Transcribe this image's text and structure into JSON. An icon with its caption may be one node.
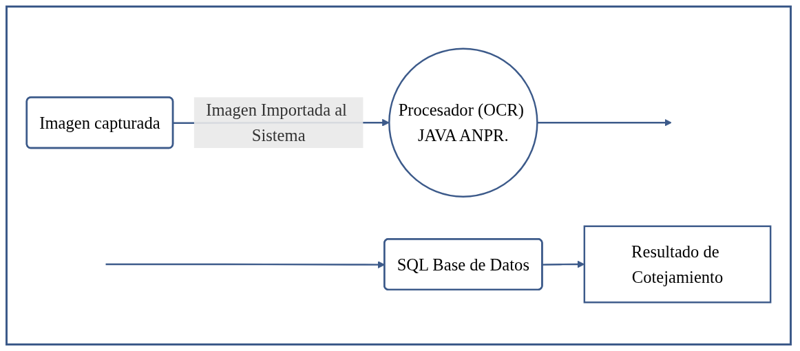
{
  "diagram": {
    "nodes": [
      {
        "text": [
          "Imagen capturada"
        ]
      },
      {
        "text": [
          "Procesador (OCR) JAVA ANPR."
        ]
      },
      {
        "text": [
          "SQL Base de Datos"
        ]
      },
      {
        "text": [
          "Resultado de Cotejamiento"
        ]
      }
    ],
    "edges": [
      {
        "from": 0,
        "to": 1,
        "arrow": "to",
        "label": "Imagen Importada al Sistema"
      },
      {
        "from": 1,
        "to": null,
        "arrow": "to"
      },
      {
        "from": null,
        "to": 2,
        "arrow": "to"
      },
      {
        "from": 2,
        "to": 3,
        "arrow": "to"
      }
    ]
  }
}
